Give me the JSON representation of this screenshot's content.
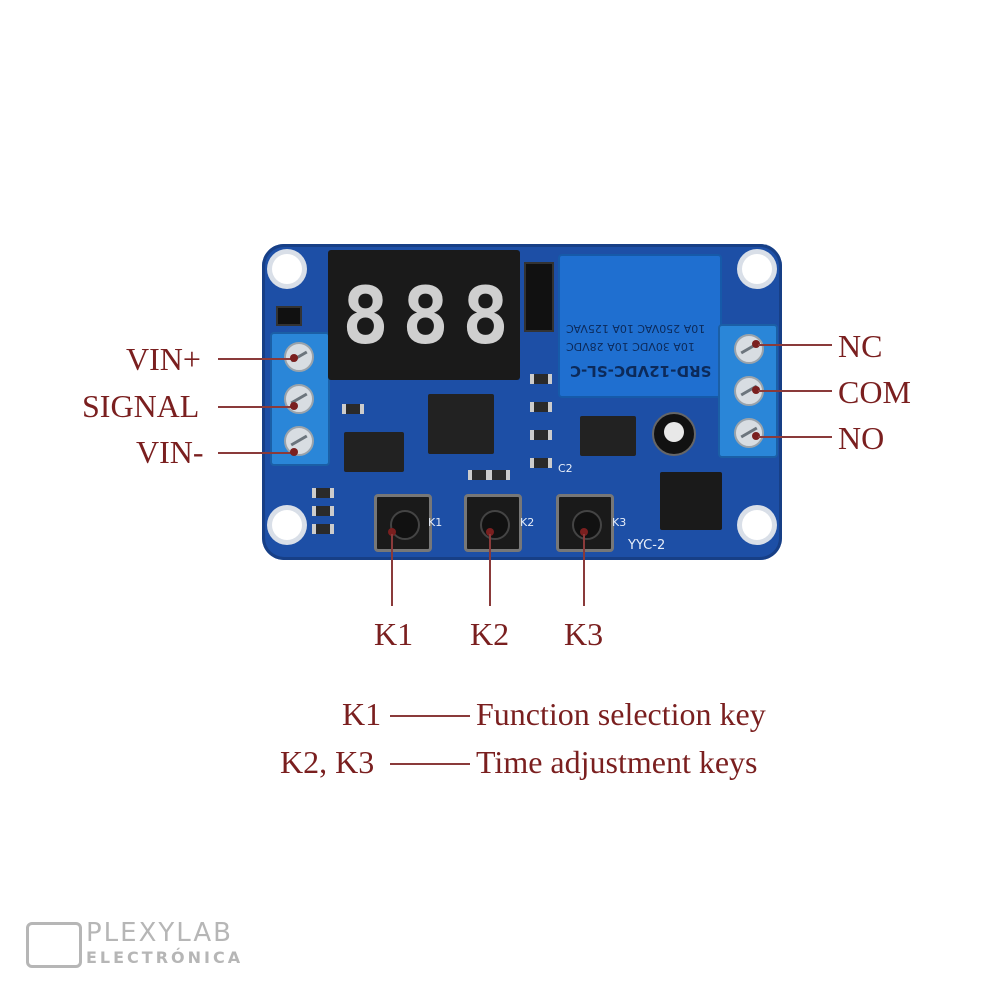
{
  "display_digits": [
    "8",
    "8",
    "8"
  ],
  "relay_text": [
    "SRD-12VDC-SL-C",
    "10A 30VDC 10A 28VDC",
    "10A 250VAC 10A 125VAC"
  ],
  "silkscreen": {
    "k1": "K1",
    "k2": "K2",
    "k3": "K3",
    "c2": "C2",
    "model": "YYC-2"
  },
  "left_terminals": [
    "VIN+",
    "SIGNAL",
    "VIN-"
  ],
  "right_terminals": [
    "NC",
    "COM",
    "NO"
  ],
  "keys": [
    "K1",
    "K2",
    "K3"
  ],
  "legend": [
    {
      "key": "K1",
      "desc": "Function selection key"
    },
    {
      "key": "K2, K3",
      "desc": "Time adjustment keys"
    }
  ],
  "logo": {
    "main": "PLEXYLAB",
    "sub": "ELECTRÓNICA"
  },
  "colors": {
    "board": "#1d4fa6",
    "terminal": "#2a86d8",
    "label": "#7a1f1f"
  }
}
